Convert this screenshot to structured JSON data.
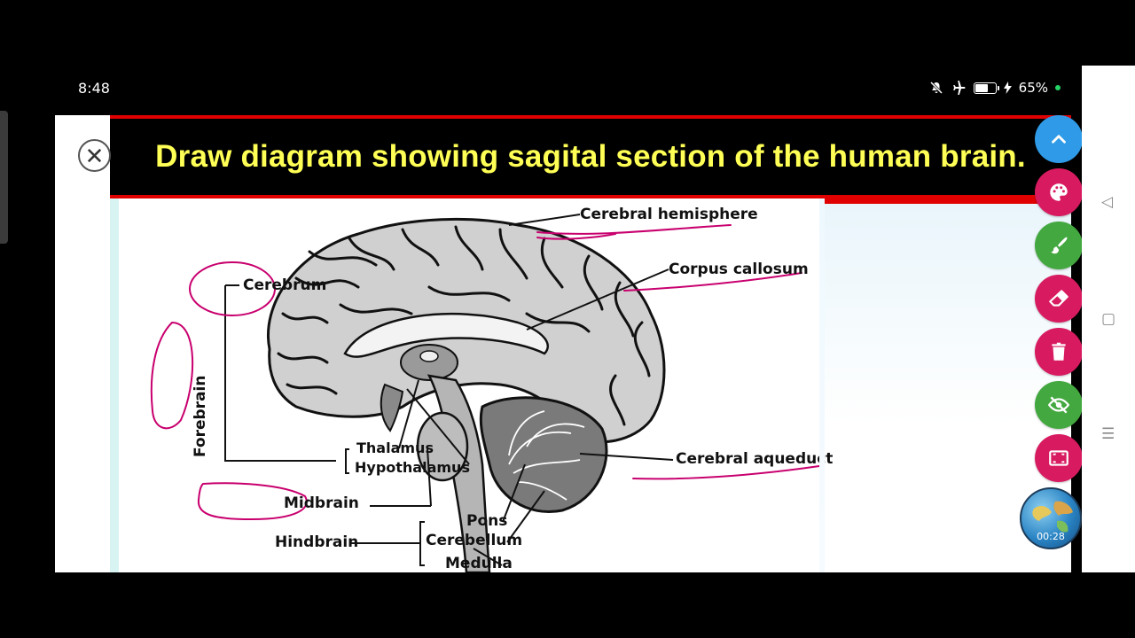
{
  "status_bar": {
    "time": "8:48",
    "battery_percent": "65%",
    "battery_level": 0.65,
    "icons": [
      "mute-icon",
      "airplane-mode-icon",
      "battery-icon",
      "charging-bolt-icon",
      "online-dot-icon"
    ]
  },
  "slide": {
    "title": "Draw diagram showing sagital section of the human brain."
  },
  "diagram": {
    "labels": {
      "cerebral_hemisphere": "Cerebral hemisphere",
      "corpus_callosum": "Corpus callosum",
      "cerebrum": "Cerebrum",
      "forebrain": "Forebrain",
      "thalamus": "Thalamus",
      "hypothalamus": "Hypothalamus",
      "cerebral_aqueduct": "Cerebral aqueduct",
      "midbrain": "Midbrain",
      "pons": "Pons",
      "hindbrain": "Hindbrain",
      "cerebellum": "Cerebellum",
      "medulla": "Medulla"
    }
  },
  "toolbar": {
    "buttons": [
      {
        "name": "collapse-button",
        "icon": "chevron-up-icon",
        "color": "#2f9be8"
      },
      {
        "name": "color-palette-button",
        "icon": "palette-icon",
        "color": "#d81b60"
      },
      {
        "name": "brush-button",
        "icon": "brush-icon",
        "color": "#43a83f"
      },
      {
        "name": "eraser-button",
        "icon": "eraser-icon",
        "color": "#d81b60"
      },
      {
        "name": "delete-button",
        "icon": "trash-icon",
        "color": "#d81b60"
      },
      {
        "name": "hide-annotations-button",
        "icon": "eye-off-icon",
        "color": "#43a83f"
      },
      {
        "name": "screenshot-button",
        "icon": "screen-capture-icon",
        "color": "#d81b60"
      }
    ],
    "recording_timer": "00:28"
  },
  "nav_bar": {
    "icons": [
      "back-icon",
      "home-icon",
      "menu-icon"
    ]
  },
  "colors": {
    "title_text": "#ffff55",
    "title_border": "#e00000",
    "annotation_ink": "#c8006e"
  }
}
